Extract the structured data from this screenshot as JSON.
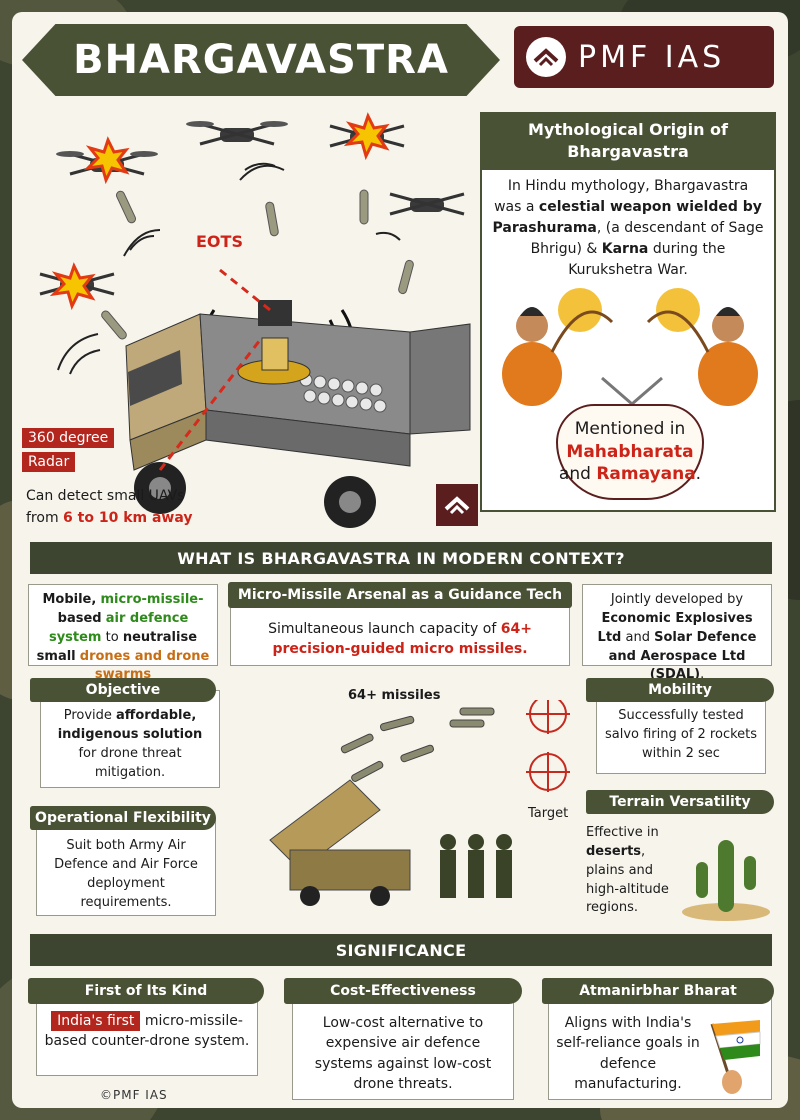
{
  "header": {
    "title": "BHARGAVASTRA",
    "brand": "PMF IAS"
  },
  "myth": {
    "heading": "Mythological Origin of Bhargavastra",
    "line1": "In Hindu mythology, Bhargavastra was a",
    "bold1": "celestial weapon wielded by Parashurama",
    "line2": ", (a descendant of Sage Bhrigu) &",
    "bold2": "Karna",
    "line3": "during the Kurukshetra War.",
    "mentioned": "Mentioned in",
    "epic1": "Mahabharata",
    "and": "and",
    "epic2": "Ramayana",
    "period": "."
  },
  "hero": {
    "eots": "EOTS",
    "radar1": "360 degree",
    "radar2": "Radar",
    "detect_prefix": "Can detect small UAVs from",
    "detect_range": "6 to 10 km away"
  },
  "modern": {
    "heading": "WHAT IS BHARGAVASTRA IN MODERN CONTEXT?",
    "mobile_part1": "Mobile,",
    "mobile_green1": "micro-missile-",
    "mobile_part2": "based",
    "mobile_green2": "air defence system",
    "mobile_part3": "to",
    "mobile_bold": "neutralise small",
    "mobile_orange": "drones and drone swarms",
    "arsenal_chip": "Micro-Missile Arsenal as a Guidance Tech",
    "arsenal_text": "Simultaneous launch capacity of",
    "arsenal_red": "64+ precision-guided micro missiles.",
    "dev_text1": "Jointly developed by",
    "dev_bold1": "Economic Explosives Ltd",
    "dev_and": "and",
    "dev_bold2": "Solar Defence and Aerospace Ltd (SDAL)",
    "dev_end": ".",
    "objective_chip": "Objective",
    "objective_text1": "Provide",
    "objective_bold": "affordable, indigenous solution",
    "objective_text2": "for drone threat mitigation.",
    "missiles_label": "64+ missiles",
    "target_label": "Target",
    "mobility_chip": "Mobility",
    "mobility_text": "Successfully tested salvo firing of 2 rockets within 2 sec",
    "flex_chip": "Operational Flexibility",
    "flex_text": "Suit both Army Air Defence and Air Force deployment requirements.",
    "terrain_chip": "Terrain Versatility",
    "terrain_text1": "Effective in",
    "terrain_bold": "deserts",
    "terrain_text2": ", plains and high-altitude regions."
  },
  "significance": {
    "heading": "SIGNIFICANCE",
    "c1_chip": "First of Its Kind",
    "c1_red": "India's first",
    "c1_text": "micro-missile-based counter-drone system.",
    "c2_chip": "Cost-Effectiveness",
    "c2_text": "Low-cost alternative to expensive air defence systems against low-cost drone threats.",
    "c3_chip": "Atmanirbhar Bharat",
    "c3_text": "Aligns with India's self-reliance goals in defence manufacturing."
  },
  "footer": {
    "copyright": "©PMF IAS"
  },
  "colors": {
    "olive": "#4a5236",
    "maroon": "#5a1e1e",
    "red": "#cc2418",
    "green": "#2e8a1b",
    "orange": "#c76d14"
  }
}
